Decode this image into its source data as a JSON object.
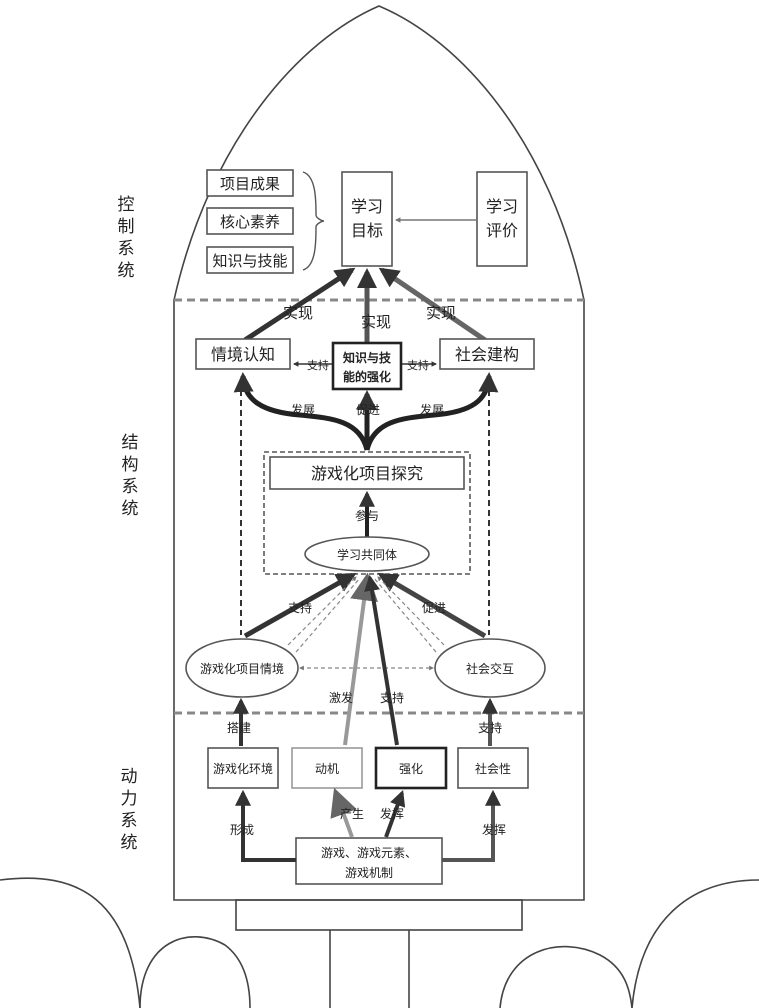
{
  "side_labels": {
    "control": [
      "控",
      "制",
      "系",
      "统"
    ],
    "structure": [
      "结",
      "构",
      "系",
      "统"
    ],
    "power": [
      "动",
      "力",
      "系",
      "统"
    ]
  },
  "control": {
    "goal_items": [
      "项目成果",
      "核心素养",
      "知识与技能"
    ],
    "goal_box": [
      "学习",
      "目标"
    ],
    "eval_box": [
      "学习",
      "评价"
    ]
  },
  "structure": {
    "realize": "实现",
    "situation_cognition": "情境认知",
    "knowledge_strengthen": [
      "知识与技",
      "能的强化"
    ],
    "social_construction": "社会建构",
    "support": "支持",
    "develop": "发展",
    "promote": "促进",
    "project_inquiry": "游戏化项目探究",
    "participate": "参与",
    "learning_community": "学习共同体",
    "game_situation": "游戏化项目情境",
    "social_interaction": "社会交互",
    "stimulate": "激发"
  },
  "power": {
    "build": "搭建",
    "support": "支持",
    "game_env": "游戏化环境",
    "motivation": "动机",
    "reinforce": "强化",
    "sociality": "社会性",
    "produce": "产生",
    "exert": "发挥",
    "form": "形成",
    "source": [
      "游戏、游戏元素、",
      "游戏机制"
    ]
  }
}
